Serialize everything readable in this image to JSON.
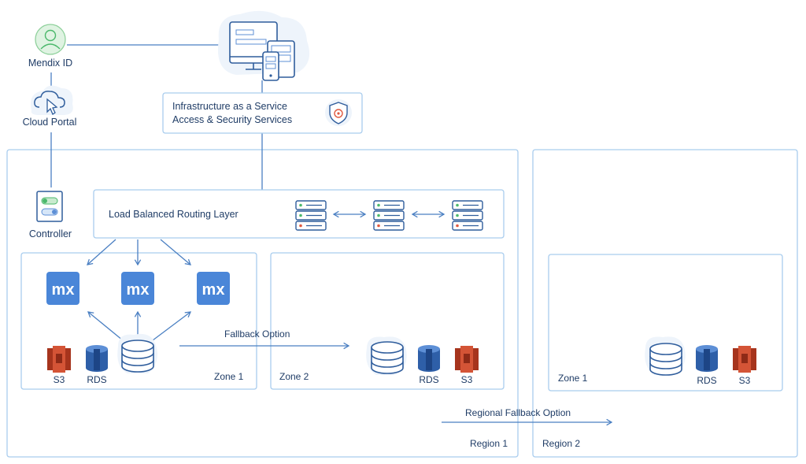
{
  "mendix_id": {
    "label": "Mendix ID"
  },
  "cloud_portal": {
    "label": "Cloud Portal"
  },
  "controller": {
    "label": "Controller"
  },
  "infrastructure": {
    "line1": "Infrastructure as a Service",
    "line2": "Access & Security Services"
  },
  "routing": {
    "label": "Load Balanced Routing Layer"
  },
  "mx_logo_text": "mx",
  "fallback": {
    "label": "Fallback Option"
  },
  "regional_fallback": {
    "label": "Regional Fallback Option"
  },
  "region1": {
    "label": "Region 1",
    "zone1": {
      "label": "Zone 1",
      "s3": "S3",
      "rds": "RDS"
    },
    "zone2": {
      "label": "Zone 2",
      "s3": "S3",
      "rds": "RDS"
    }
  },
  "region2": {
    "label": "Region 2",
    "zone1": {
      "label": "Zone 1",
      "s3": "S3",
      "rds": "RDS"
    }
  },
  "colors": {
    "line": "#4a7fc2",
    "box_border": "#a9cdee",
    "mx_blue": "#4a86d8",
    "s3_red": "#c2452b",
    "rds_blue": "#2e5fa8",
    "text": "#1f3c66"
  }
}
